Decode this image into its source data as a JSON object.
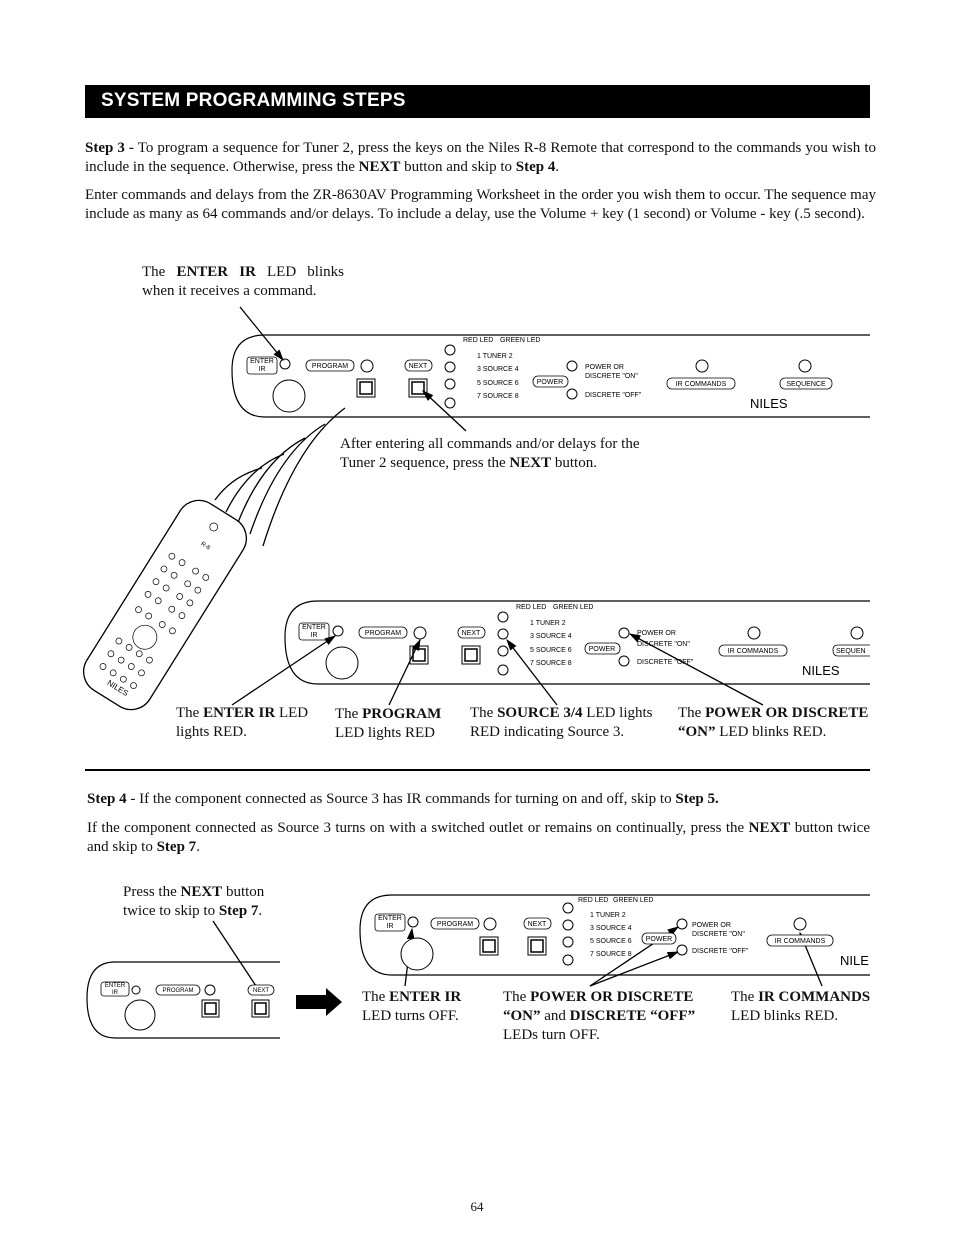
{
  "header": {
    "title": "SYSTEM PROGRAMMING STEPS"
  },
  "step3": {
    "lead": "Step 3 -",
    "text1": " To program a sequence for Tuner 2, press the keys on the Niles R-8 Remote that correspond to the commands you wish to include in the sequence. Otherwise, press the ",
    "next": "NEXT",
    "text2": " button and skip to ",
    "step4": "Step 4",
    "text3": ".",
    "para2": "Enter commands and delays from the ZR-8630AV Programming Worksheet in the order you wish them to occur. The sequence may include as many as 64 commands and/or delays. To include a delay, use the Volume + key (1 second) or Volume - key (.5 second)."
  },
  "captions": {
    "enter_blink": {
      "pre": "The ",
      "bold": "ENTER IR",
      "post": " LED blinks when it receives a command."
    },
    "after_entering": {
      "pre": "After entering all commands and/or delays for the Tuner 2 sequence, press the ",
      "bold": "NEXT",
      "post": " button."
    },
    "enter_red": {
      "pre": "The ",
      "bold": "ENTER IR",
      "post": " LED lights RED."
    },
    "program_red": {
      "pre": "The ",
      "bold": "PROGRAM",
      "post": " LED lights RED"
    },
    "source_red": {
      "pre": "The ",
      "bold": "SOURCE 3/4",
      "post": " LED lights RED indicating Source 3."
    },
    "power_blink": {
      "pre": "The ",
      "bold": "POWER OR DISCRETE “ON”",
      "post": " LED blinks RED."
    },
    "press_next": {
      "pre": "Press the ",
      "bold": "NEXT",
      "mid": " button twice to skip to ",
      "bold2": "Step 7",
      "post": "."
    },
    "enter_off": {
      "pre": "The ",
      "bold": "ENTER IR",
      "post": " LED turns OFF."
    },
    "power_off": {
      "pre": "The ",
      "bold": "POWER OR DISCRETE “ON”",
      "mid": " and ",
      "bold2": "DISCRETE “OFF”",
      "post": " LEDs turn OFF."
    },
    "ir_blink": {
      "pre": "The ",
      "bold": "IR COMMANDS",
      "post": " LED blinks RED."
    }
  },
  "step4": {
    "lead": "Step 4",
    "text1": " - If the component connected as Source 3 has IR commands for turning on and off, skip to ",
    "step5": "Step 5.",
    "para2a": "If the component connected as Source 3 turns on with a switched outlet or remains on continually, press the ",
    "next": "NEXT",
    "para2b": " button twice and skip to ",
    "step7": "Step 7",
    "para2c": "."
  },
  "panel": {
    "enter": "ENTER",
    "ir": "IR",
    "program": "PROGRAM",
    "next": "NEXT",
    "red_led": "RED LED",
    "green_led": "GREEN LED",
    "rows": [
      "1   TUNER   2",
      "3   SOURCE  4",
      "5   SOURCE  6",
      "7   SOURCE  8"
    ],
    "power": "POWER",
    "power_on": "POWER OR",
    "discrete_on": "DISCRETE \"ON\"",
    "discrete_off": "DISCRETE \"OFF\"",
    "ir_commands": "IR COMMANDS",
    "sequence": "SEQUENCE",
    "sequence_cut": "SEQUEN",
    "brand": "NILES",
    "brand_cut": "NILE"
  },
  "remote": {
    "brand": "NILES",
    "model": "R-8"
  },
  "page_number": "64"
}
